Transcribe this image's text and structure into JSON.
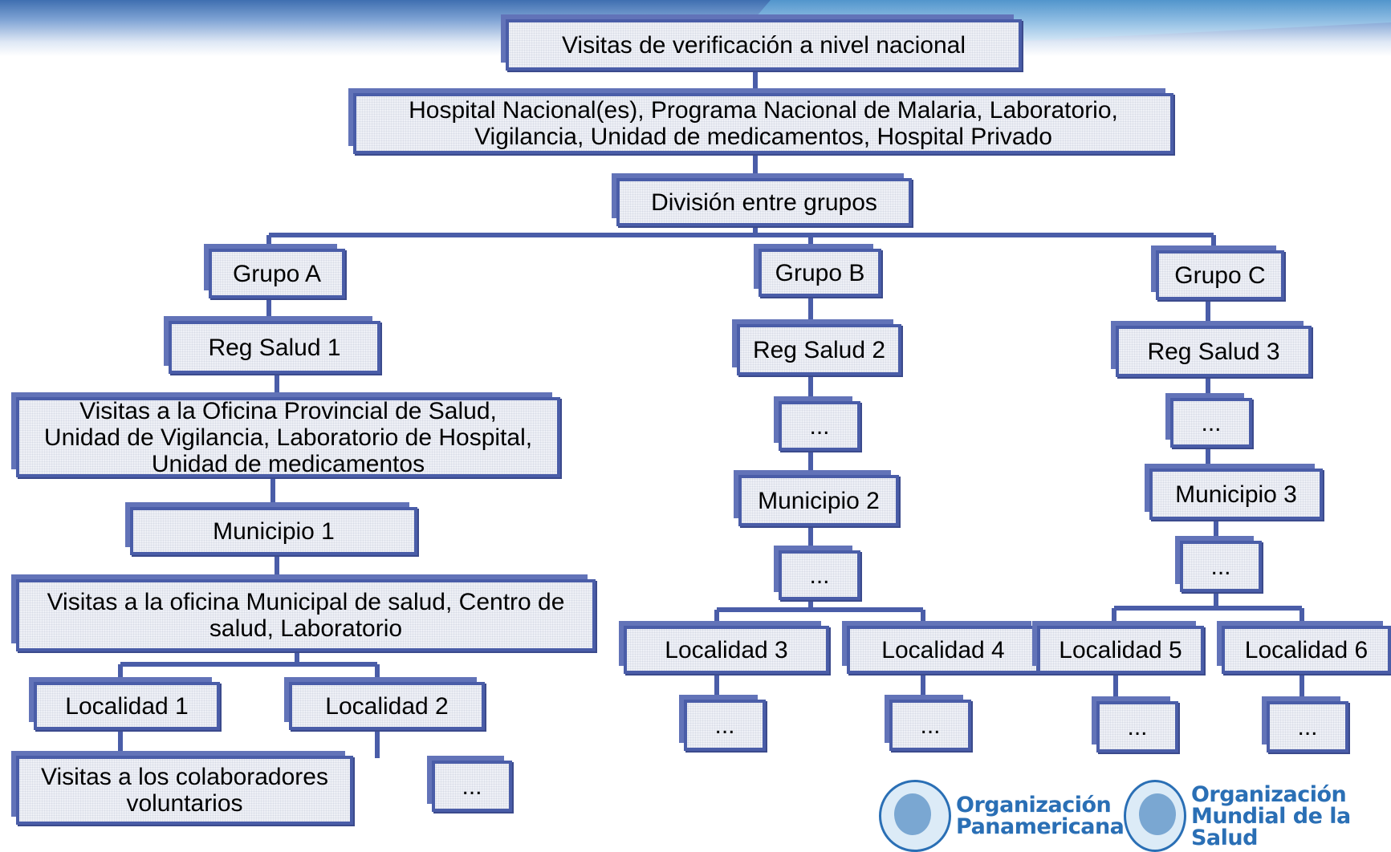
{
  "nodes": {
    "top": "Visitas de verificación a nivel nacional",
    "national_line1": "Hospital Nacional(es), Programa Nacional de Malaria, Laboratorio,",
    "national_line2": "Vigilancia, Unidad de medicamentos, Hospital Privado",
    "division": "División entre grupos",
    "group_a": "Grupo A",
    "group_b": "Grupo B",
    "group_c": "Grupo C",
    "reg_salud_1": "Reg Salud 1",
    "reg_salud_2": "Reg Salud 2",
    "reg_salud_3": "Reg Salud 3",
    "provincial_line1": "Visitas a la Oficina Provincial de Salud,",
    "provincial_line2": "Unidad de Vigilancia, Laboratorio de Hospital,",
    "provincial_line3": "Unidad de medicamentos",
    "municipio_1": "Municipio 1",
    "municipio_2": "Municipio 2",
    "municipio_3": "Municipio 3",
    "municipal_line1": "Visitas a la oficina Municipal de salud, Centro de",
    "municipal_line2": "salud, Laboratorio",
    "localidad_1": "Localidad 1",
    "localidad_2": "Localidad 2",
    "localidad_3": "Localidad 3",
    "localidad_4": "Localidad 4",
    "localidad_5": "Localidad 5",
    "localidad_6": "Localidad 6",
    "volunteers_line1": "Visitas a los colaboradores",
    "volunteers_line2": "voluntarios",
    "ellipsis": "..."
  },
  "logos": {
    "paho_line1": "Organización",
    "paho_line2": "Panamericana",
    "who_line1": "Organización",
    "who_line2": "Mundial de la Salud"
  },
  "colors": {
    "border": "#4a5da8",
    "connector": "#4a5da8",
    "banner": "#3f6fb0",
    "logo": "#2a6fb5"
  }
}
